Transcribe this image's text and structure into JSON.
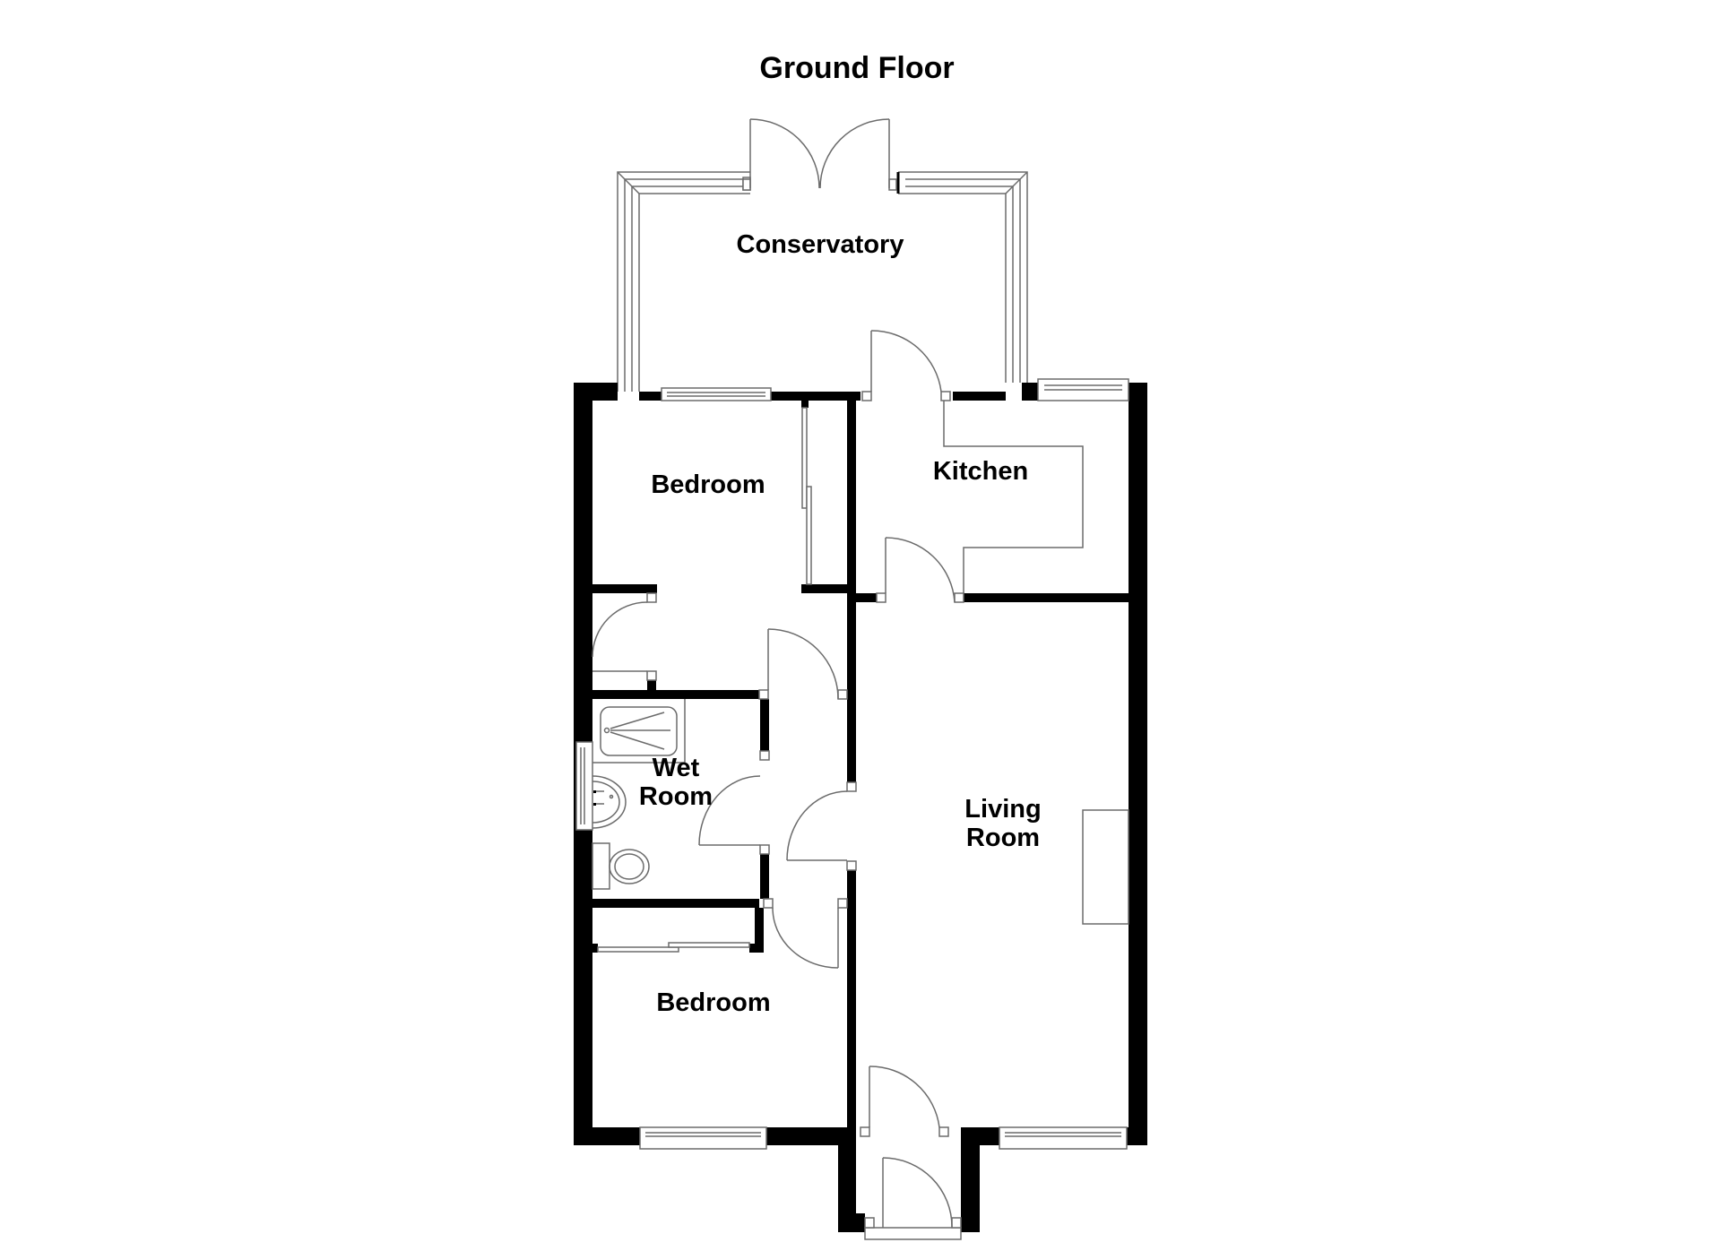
{
  "title": "Ground Floor",
  "colors": {
    "wall": "#000000",
    "fixture_line": "#6b6b6b",
    "background": "#ffffff"
  },
  "rooms": [
    {
      "id": "conservatory",
      "label": "Conservatory"
    },
    {
      "id": "bedroom-1",
      "label": "Bedroom"
    },
    {
      "id": "kitchen",
      "label": "Kitchen"
    },
    {
      "id": "wet-room",
      "label_line1": "Wet",
      "label_line2": "Room"
    },
    {
      "id": "living-room",
      "label_line1": "Living",
      "label_line2": "Room"
    },
    {
      "id": "bedroom-2",
      "label": "Bedroom"
    }
  ],
  "fixtures": [
    "french-doors",
    "shower-tray",
    "wash-basin",
    "toilet",
    "fireplace-hearth",
    "kitchen-counter",
    "wardrobe",
    "windows",
    "porch"
  ]
}
